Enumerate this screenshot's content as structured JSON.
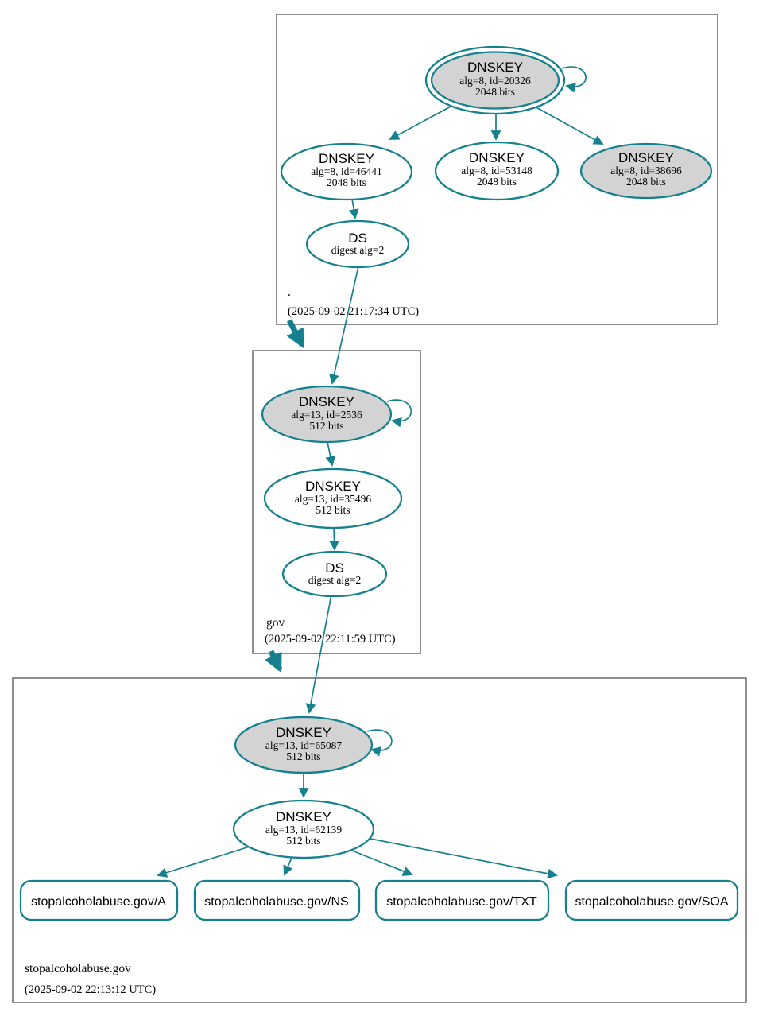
{
  "colors": {
    "edge_teal": "#15808e",
    "signing_key_fill": "#d3d3d3",
    "node_fill": "#ffffff",
    "zone_box_border": "#7a7a7a",
    "text": "#000000"
  },
  "zones": [
    {
      "name": "root",
      "label": ".",
      "timestamp": "(2025-09-02 21:17:34 UTC)",
      "nodes": {
        "ksk": {
          "title": "DNSKEY",
          "detail1": "alg=8, id=20326",
          "detail2": "2048 bits"
        },
        "zsk1": {
          "title": "DNSKEY",
          "detail1": "alg=8, id=46441",
          "detail2": "2048 bits"
        },
        "zsk2": {
          "title": "DNSKEY",
          "detail1": "alg=8, id=53148",
          "detail2": "2048 bits"
        },
        "zsk3": {
          "title": "DNSKEY",
          "detail1": "alg=8, id=38696",
          "detail2": "2048 bits"
        },
        "ds": {
          "title": "DS",
          "detail1": "digest alg=2"
        }
      }
    },
    {
      "name": "gov",
      "label": "gov",
      "timestamp": "(2025-09-02 22:11:59 UTC)",
      "nodes": {
        "ksk": {
          "title": "DNSKEY",
          "detail1": "alg=13, id=2536",
          "detail2": "512 bits"
        },
        "zsk": {
          "title": "DNSKEY",
          "detail1": "alg=13, id=35496",
          "detail2": "512 bits"
        },
        "ds": {
          "title": "DS",
          "detail1": "digest alg=2"
        }
      }
    },
    {
      "name": "stopalcoholabuse.gov",
      "label": "stopalcoholabuse.gov",
      "timestamp": "(2025-09-02 22:13:12 UTC)",
      "nodes": {
        "ksk": {
          "title": "DNSKEY",
          "detail1": "alg=13, id=65087",
          "detail2": "512 bits"
        },
        "zsk": {
          "title": "DNSKEY",
          "detail1": "alg=13, id=62139",
          "detail2": "512 bits"
        }
      },
      "rrsets": [
        {
          "label": "stopalcoholabuse.gov/A"
        },
        {
          "label": "stopalcoholabuse.gov/NS"
        },
        {
          "label": "stopalcoholabuse.gov/TXT"
        },
        {
          "label": "stopalcoholabuse.gov/SOA"
        }
      ]
    }
  ]
}
